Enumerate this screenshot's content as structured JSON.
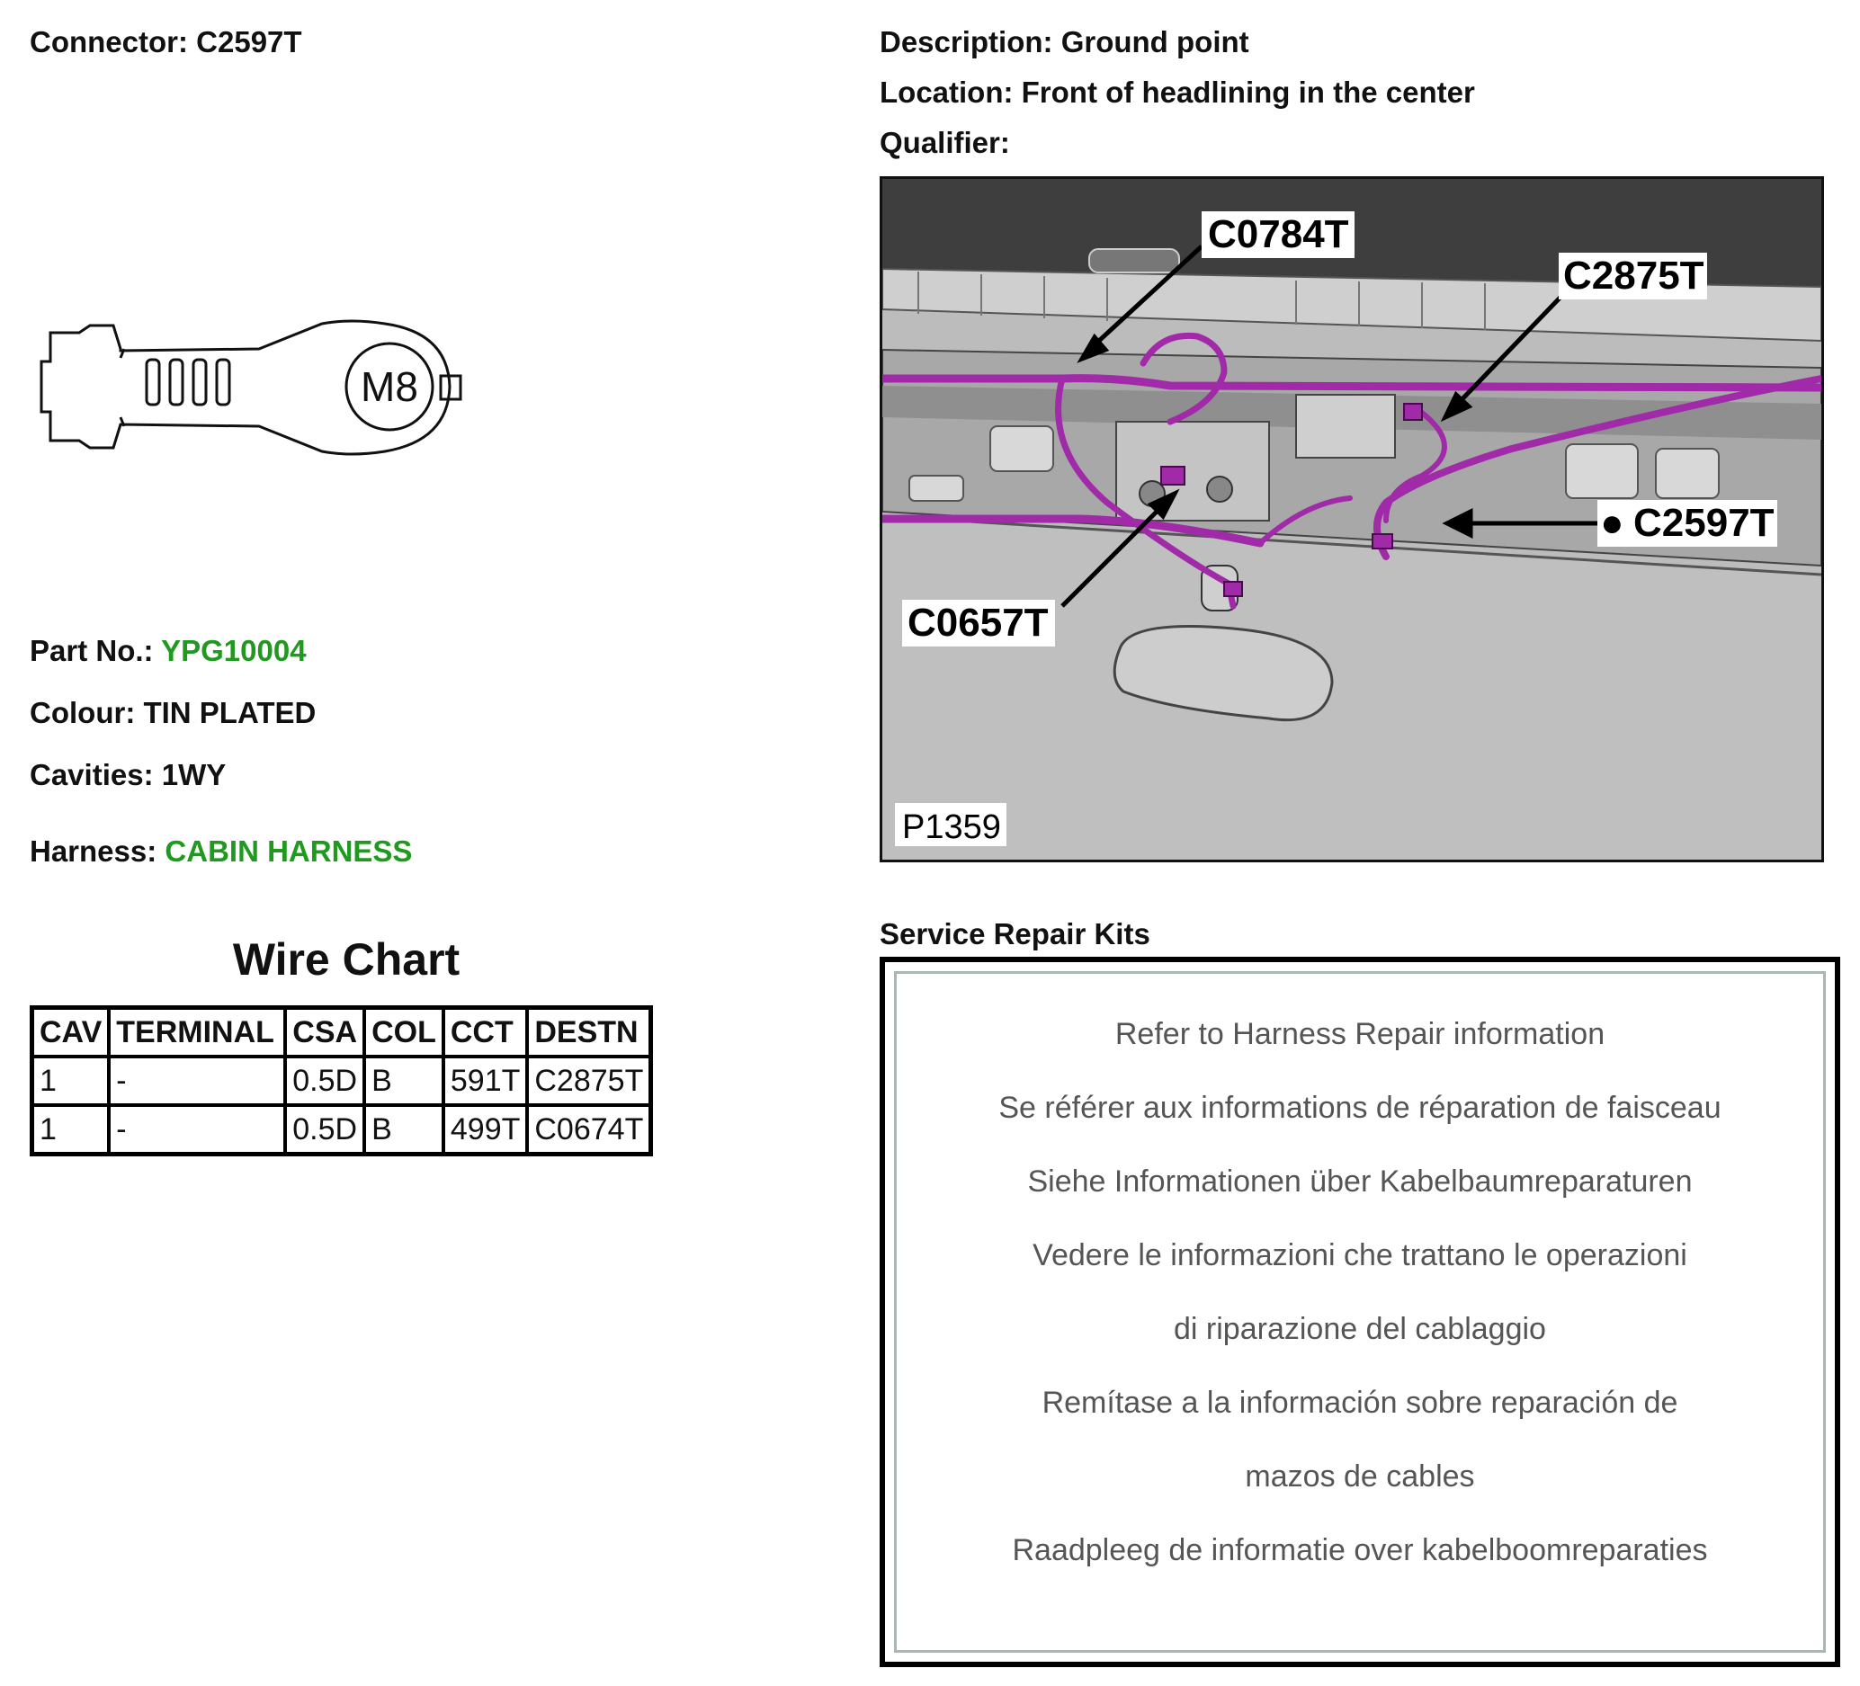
{
  "connector": {
    "label": "Connector: C2597T"
  },
  "description": {
    "label": "Description: Ground point"
  },
  "location": {
    "label": "Location: Front of headlining in the center"
  },
  "qualifier": {
    "label": "Qualifier:"
  },
  "part_no": {
    "label": "Part No.: ",
    "value": "YPG10004"
  },
  "colour": {
    "label": "Colour: TIN PLATED"
  },
  "cavities": {
    "label": "Cavities: 1WY"
  },
  "harness": {
    "label": "Harness: ",
    "value": "CABIN HARNESS"
  },
  "terminal_drawing": {
    "stud_label": "M8"
  },
  "wire_chart": {
    "title": "Wire Chart",
    "headers": [
      "CAV",
      "TERMINAL",
      "CSA",
      "COL",
      "CCT",
      "DESTN"
    ],
    "rows": [
      [
        "1",
        "-",
        "0.5D",
        "B",
        "591T",
        "C2875T"
      ],
      [
        "1",
        "-",
        "0.5D",
        "B",
        "499T",
        "C0674T"
      ]
    ]
  },
  "figure": {
    "callouts": [
      "C0784T",
      "C2875T",
      "C2597T",
      "C0657T"
    ],
    "active_marker": "●",
    "figure_id": "P1359",
    "harness_color": "#a02aa8"
  },
  "service_repair_kits": {
    "title": "Service Repair Kits",
    "lines": [
      "Refer to Harness Repair information",
      "Se référer aux informations de réparation de faisceau",
      "Siehe Informationen über Kabelbaumreparaturen",
      "Vedere le informazioni che trattano le operazioni",
      "di riparazione del cablaggio",
      "Remítase a la información sobre reparación de",
      "mazos de cables",
      "Raadpleeg de informatie over kabelboomreparaties"
    ]
  }
}
